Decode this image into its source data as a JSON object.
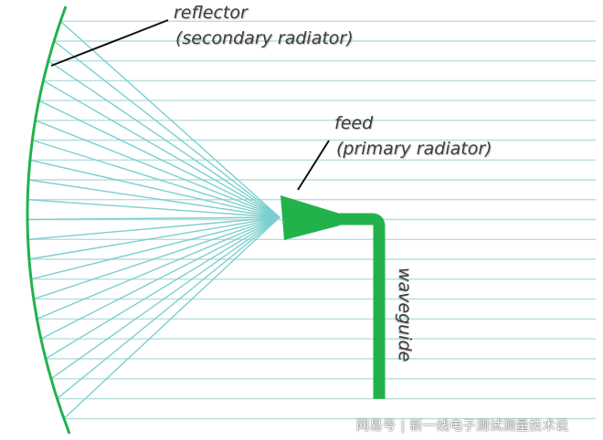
{
  "labels": {
    "reflector_line1": "reflector",
    "reflector_line2": "(secondary radiator)",
    "feed_line1": "feed",
    "feed_line2": "(primary radiator)",
    "waveguide": "waveguide"
  },
  "watermark": "网易号 | 新一线电子测试测量技术说",
  "colors": {
    "structure_green": "#22b24c",
    "ray_teal": "#7ccfcf",
    "plane_wave_lines": "#b7dede",
    "leader_lines": "#111111"
  }
}
